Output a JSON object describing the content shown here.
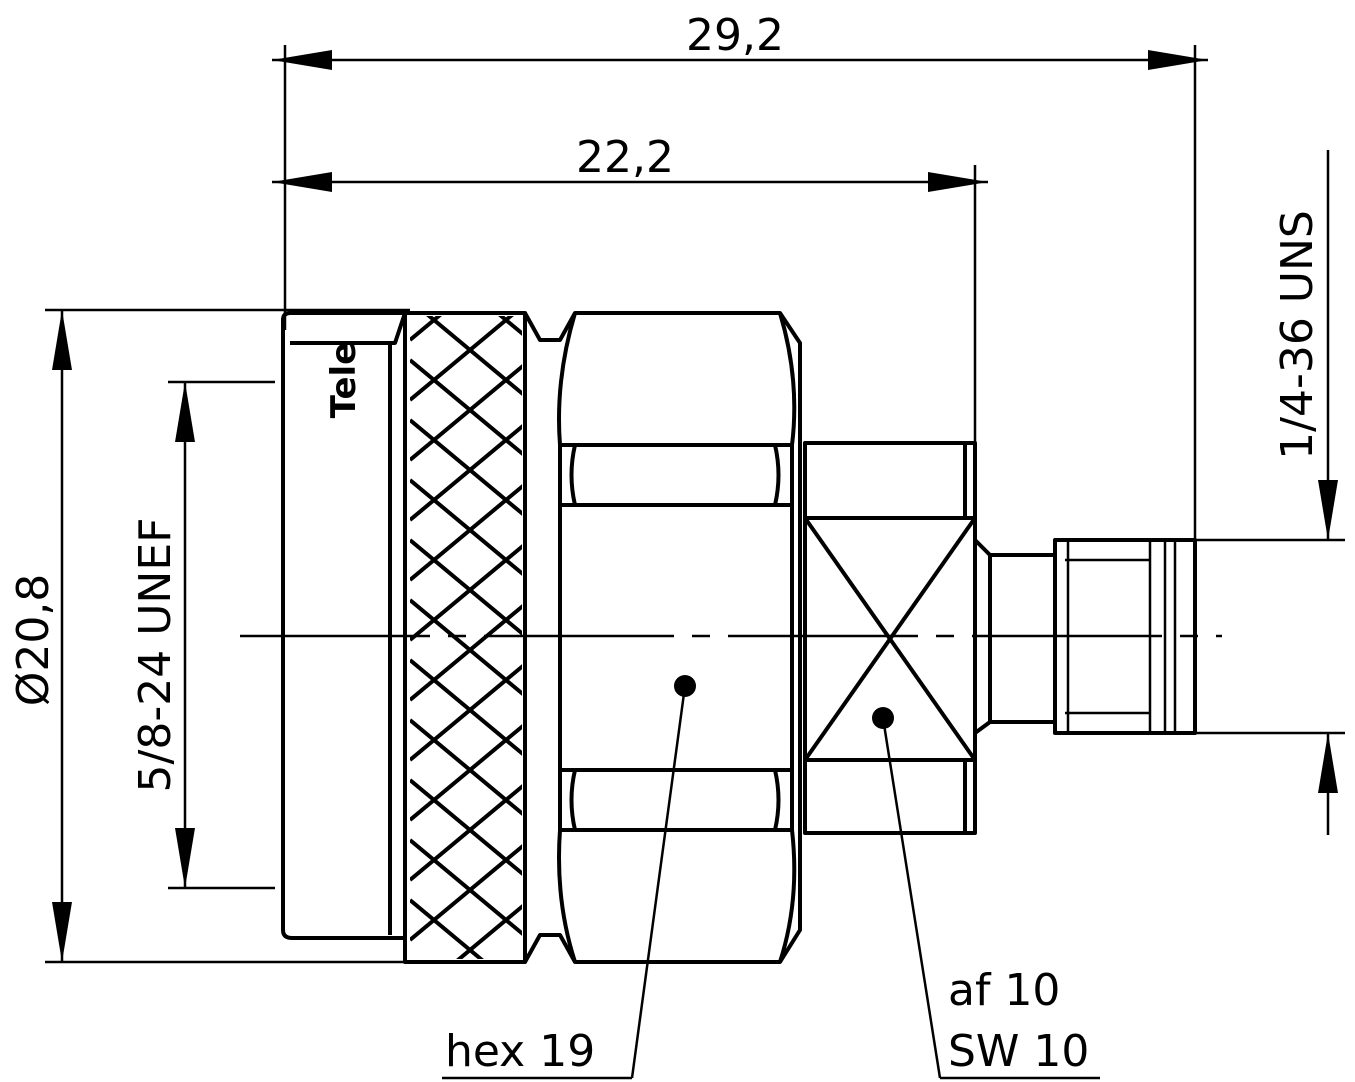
{
  "dimensions": {
    "overall_length": "29,2",
    "body_length": "22,2",
    "diameter": "Ø20,8",
    "coupling_thread": "5/8-24 UNEF",
    "rear_thread": "1/4-36 UNS"
  },
  "callouts": {
    "hex": "hex 19",
    "af": "af 10",
    "sw": "SW 10"
  },
  "logo_text": "Tele",
  "colors": {
    "line": "#000000",
    "background": "#ffffff"
  }
}
